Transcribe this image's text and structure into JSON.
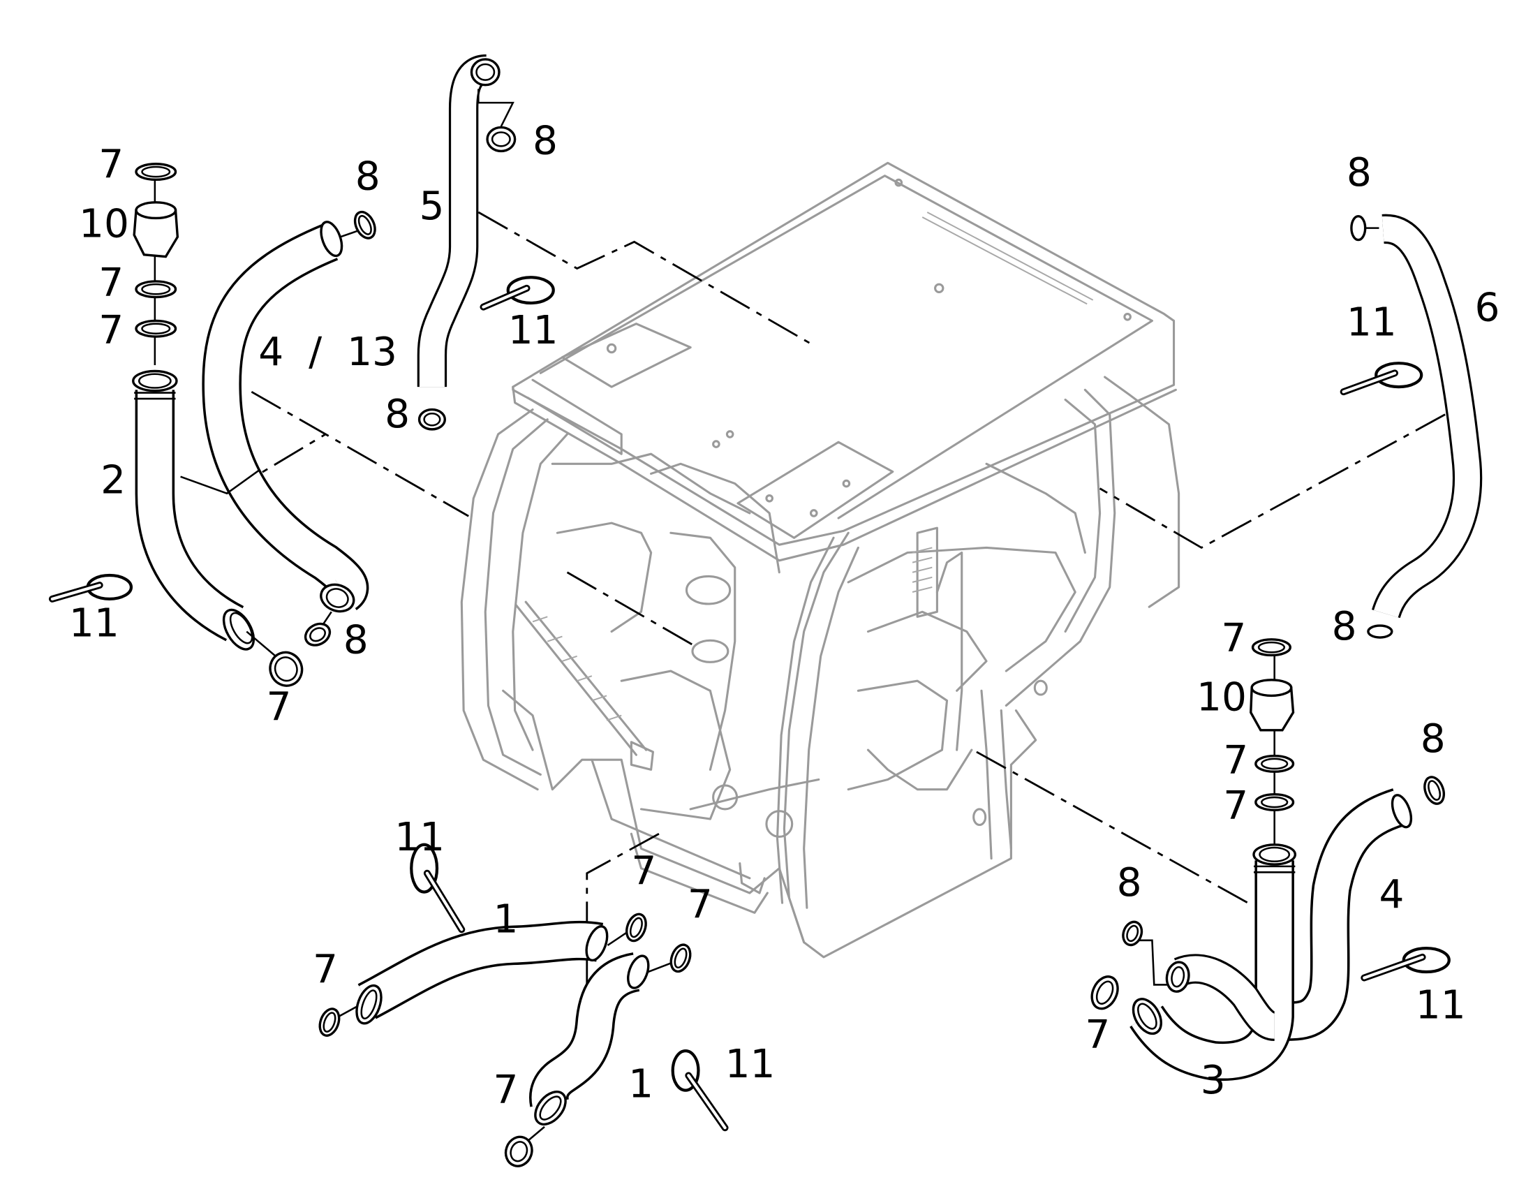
{
  "diagram": {
    "callouts": [
      {
        "id": "c7-a",
        "text": "7"
      },
      {
        "id": "c10-a",
        "text": "10"
      },
      {
        "id": "c7-b",
        "text": "7"
      },
      {
        "id": "c7-c",
        "text": "7"
      },
      {
        "id": "c2",
        "text": "2"
      },
      {
        "id": "c11-a",
        "text": "11"
      },
      {
        "id": "c7-d",
        "text": "7"
      },
      {
        "id": "c8-a",
        "text": "8"
      },
      {
        "id": "c4-13",
        "text": "4  /  13"
      },
      {
        "id": "c8-b",
        "text": "8"
      },
      {
        "id": "c5",
        "text": "5"
      },
      {
        "id": "c8-c",
        "text": "8"
      },
      {
        "id": "c11-b",
        "text": "11"
      },
      {
        "id": "c8-d",
        "text": "8"
      },
      {
        "id": "c8-e",
        "text": "8"
      },
      {
        "id": "c6",
        "text": "6"
      },
      {
        "id": "c11-c",
        "text": "11"
      },
      {
        "id": "c8-f",
        "text": "8"
      },
      {
        "id": "c7-e",
        "text": "7"
      },
      {
        "id": "c10-b",
        "text": "10"
      },
      {
        "id": "c7-f",
        "text": "7"
      },
      {
        "id": "c7-g",
        "text": "7"
      },
      {
        "id": "c8-g",
        "text": "8"
      },
      {
        "id": "c4",
        "text": "4"
      },
      {
        "id": "c8-h",
        "text": "8"
      },
      {
        "id": "c11-d",
        "text": "11"
      },
      {
        "id": "c7-h",
        "text": "7"
      },
      {
        "id": "c3",
        "text": "3"
      },
      {
        "id": "c11-e",
        "text": "11"
      },
      {
        "id": "c1-a",
        "text": "1"
      },
      {
        "id": "c7-i",
        "text": "7"
      },
      {
        "id": "c7-j",
        "text": "7"
      },
      {
        "id": "c7-k",
        "text": "7"
      },
      {
        "id": "c11-f",
        "text": "11"
      },
      {
        "id": "c7-l",
        "text": "7"
      },
      {
        "id": "c1-b",
        "text": "1"
      }
    ]
  }
}
